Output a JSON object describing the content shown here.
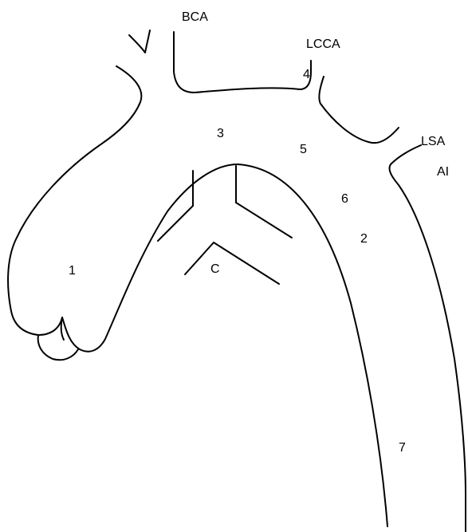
{
  "labels": {
    "bca": "BCA",
    "lcca": "LCCA",
    "lsa": "LSA",
    "ai": "AI",
    "c": "C",
    "n1": "1",
    "n2": "2",
    "n3": "3",
    "n4": "4",
    "n5": "5",
    "n6": "6",
    "n7": "7"
  },
  "colors": {
    "line": "#000000",
    "background": "#ffffff"
  }
}
